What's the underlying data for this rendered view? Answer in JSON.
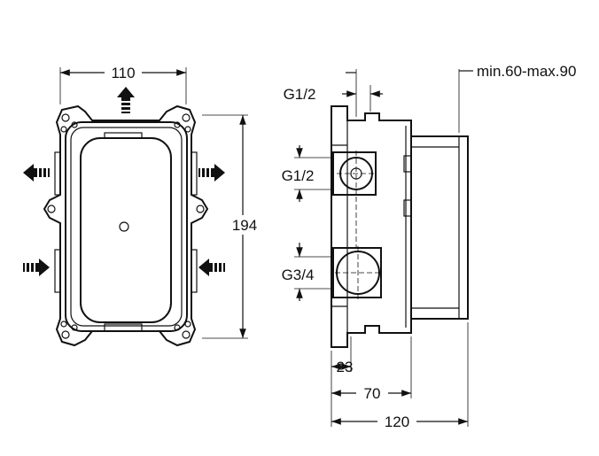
{
  "front_view": {
    "width_label": "110",
    "height_label": "194"
  },
  "side_view": {
    "top_port_label": "G1/2",
    "upper_port_label": "G1/2",
    "lower_port_label": "G3/4",
    "depth_range_label": "min.60-max.90",
    "dim_small_label": "23",
    "dim_medium_label": "70",
    "dim_total_label": "120"
  },
  "colors": {
    "line": "#111111",
    "background": "#ffffff"
  },
  "icons": [
    "arrow-up-icon",
    "arrow-left-icon",
    "arrow-right-icon"
  ]
}
